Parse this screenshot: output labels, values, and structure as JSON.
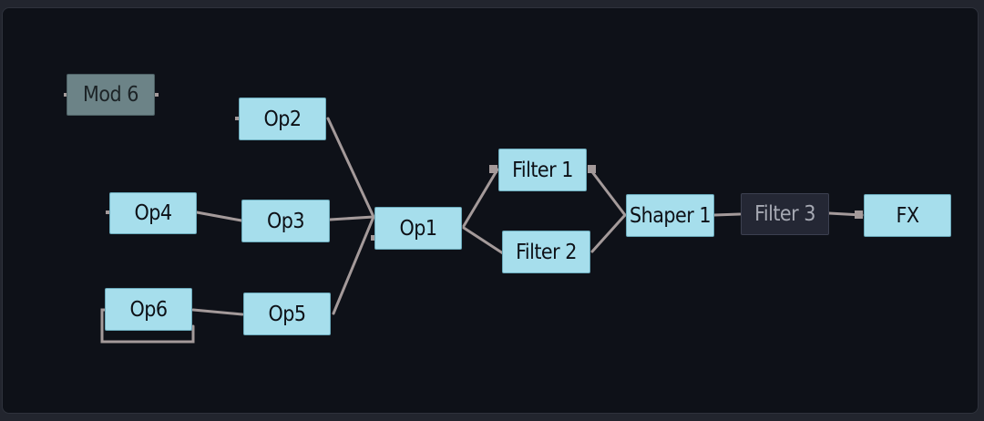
{
  "nodes": {
    "mod6": {
      "label": "Mod 6"
    },
    "op2": {
      "label": "Op2"
    },
    "op4": {
      "label": "Op4"
    },
    "op3": {
      "label": "Op3"
    },
    "op6": {
      "label": "Op6"
    },
    "op5": {
      "label": "Op5"
    },
    "op1": {
      "label": "Op1"
    },
    "filter1": {
      "label": "Filter 1"
    },
    "filter2": {
      "label": "Filter 2"
    },
    "shaper1": {
      "label": "Shaper 1"
    },
    "filter3": {
      "label": "Filter 3"
    },
    "fx": {
      "label": "FX"
    }
  },
  "colors": {
    "panel_bg": "#0e1118",
    "node_active": "#a6deec",
    "node_muted": "#6c8387",
    "node_bypassed": "#242734",
    "wire": "#a49a9a"
  }
}
